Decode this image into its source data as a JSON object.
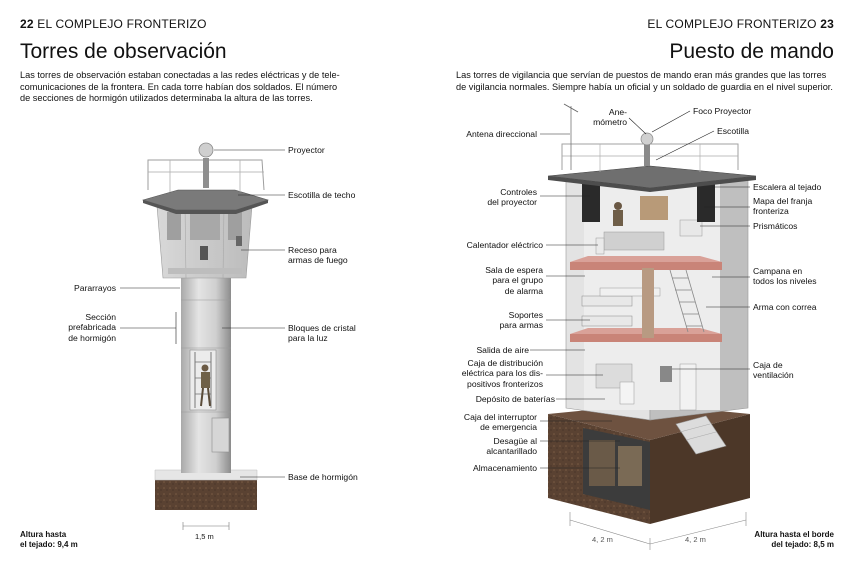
{
  "left_page": {
    "page_number": "22",
    "running_head": "EL COMPLEJO FRONTERIZO",
    "title": "Torres de observación",
    "intro": [
      "Las torres de observación estaban conectadas a las redes eléctricas y de tele-",
      "comunicaciones de la frontera. En cada torre habían dos soldados. El número",
      "de secciones de hormigón utilizados determinaba la altura de las torres."
    ],
    "labels": {
      "proyector": "Proyector",
      "escotilla_techo": "Escotilla de techo",
      "receso": [
        "Receso para",
        "armas de fuego"
      ],
      "pararrayos": "Pararrayos",
      "seccion": [
        "Sección",
        "prefabricada",
        "de hormigón"
      ],
      "bloques": [
        "Bloques de cristal",
        "para la luz"
      ],
      "base": "Base de hormigón"
    },
    "footer_height": [
      "Altura hasta",
      "el tejado: 9,4 m"
    ],
    "dimension": "1,5 m"
  },
  "right_page": {
    "page_number": "23",
    "running_head": "EL COMPLEJO FRONTERIZO",
    "title": "Puesto de mando",
    "intro": [
      "Las torres de vigilancia que servían de puestos de mando eran más grandes que las torres",
      "de vigilancia normales. Siempre había un oficial y un soldado de guardia en el nivel superior."
    ],
    "labels_left": {
      "anemometro": [
        "Ane-",
        "mómetro"
      ],
      "antena": "Antena direccional",
      "controles": [
        "Controles",
        "del proyector"
      ],
      "calentador": "Calentador eléctrico",
      "sala": [
        "Sala de espera",
        "para el grupo",
        "de alarma"
      ],
      "soportes": [
        "Soportes",
        "para armas"
      ],
      "salida": "Salida de aire",
      "caja_dist": [
        "Caja de distribución",
        "eléctrica para los dis-",
        "positivos fronterizos"
      ],
      "baterias": "Depósito de baterías",
      "interruptor": [
        "Caja del interruptor",
        "de emergencia"
      ],
      "desague": [
        "Desagüe al",
        "alcantarillado"
      ],
      "almacen": "Almacenamiento"
    },
    "labels_right": {
      "foco": "Foco Proyector",
      "escotilla": "Escotilla",
      "escalera": "Escalera al tejado",
      "mapa": [
        "Mapa del franja",
        "fronteriza"
      ],
      "prismaticos": "Prismáticos",
      "campana": [
        "Campana en",
        "todos los niveles"
      ],
      "arma": "Arma con correa",
      "ventilacion": [
        "Caja de",
        "ventilación"
      ]
    },
    "footer_height": [
      "Altura hasta el borde",
      "del tejado: 8,5 m"
    ],
    "dim_left": "4, 2 m",
    "dim_right": "4, 2 m"
  },
  "colors": {
    "concrete": "#cfcfcf",
    "concrete_dark": "#9a9a9a",
    "soil": "#5a4232",
    "floor_red": "#c98478",
    "roof": "#6f6f6f"
  }
}
